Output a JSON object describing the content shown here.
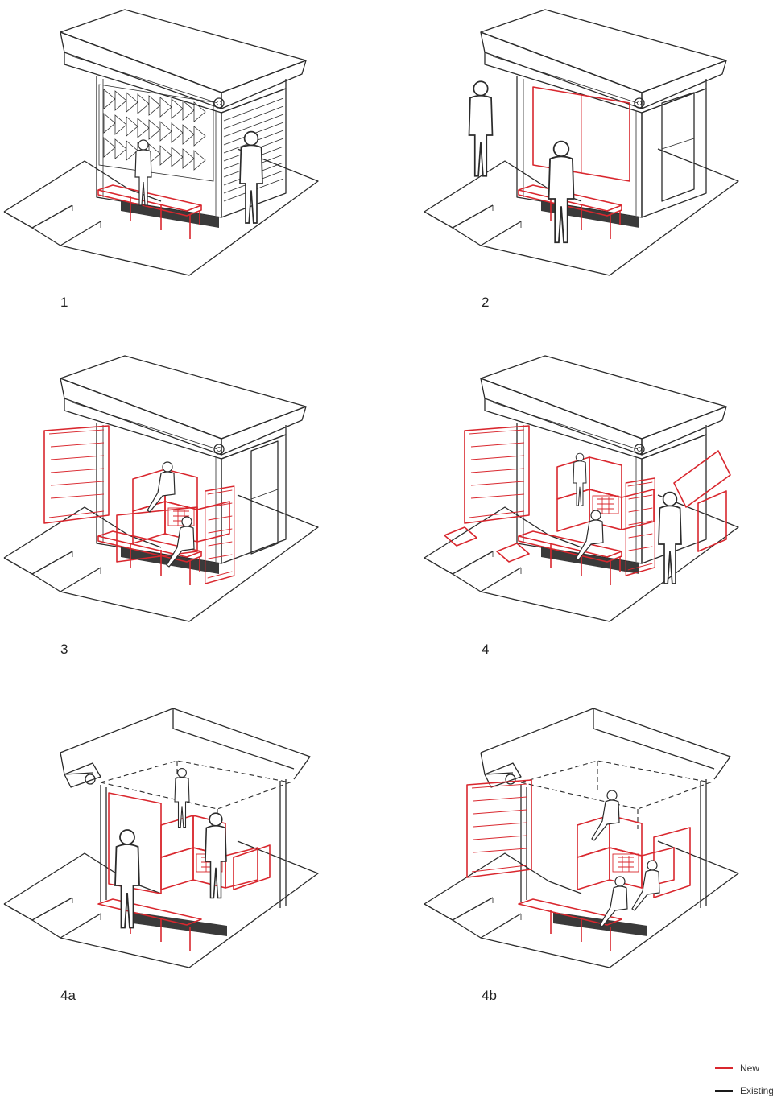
{
  "panels": [
    {
      "label": "1"
    },
    {
      "label": "2"
    },
    {
      "label": "3"
    },
    {
      "label": "4"
    },
    {
      "label": "4a"
    },
    {
      "label": "4b"
    }
  ],
  "legend": [
    {
      "label": "New",
      "color": "#d9272e"
    },
    {
      "label": "Existing",
      "color": "#1a1a1a"
    }
  ]
}
